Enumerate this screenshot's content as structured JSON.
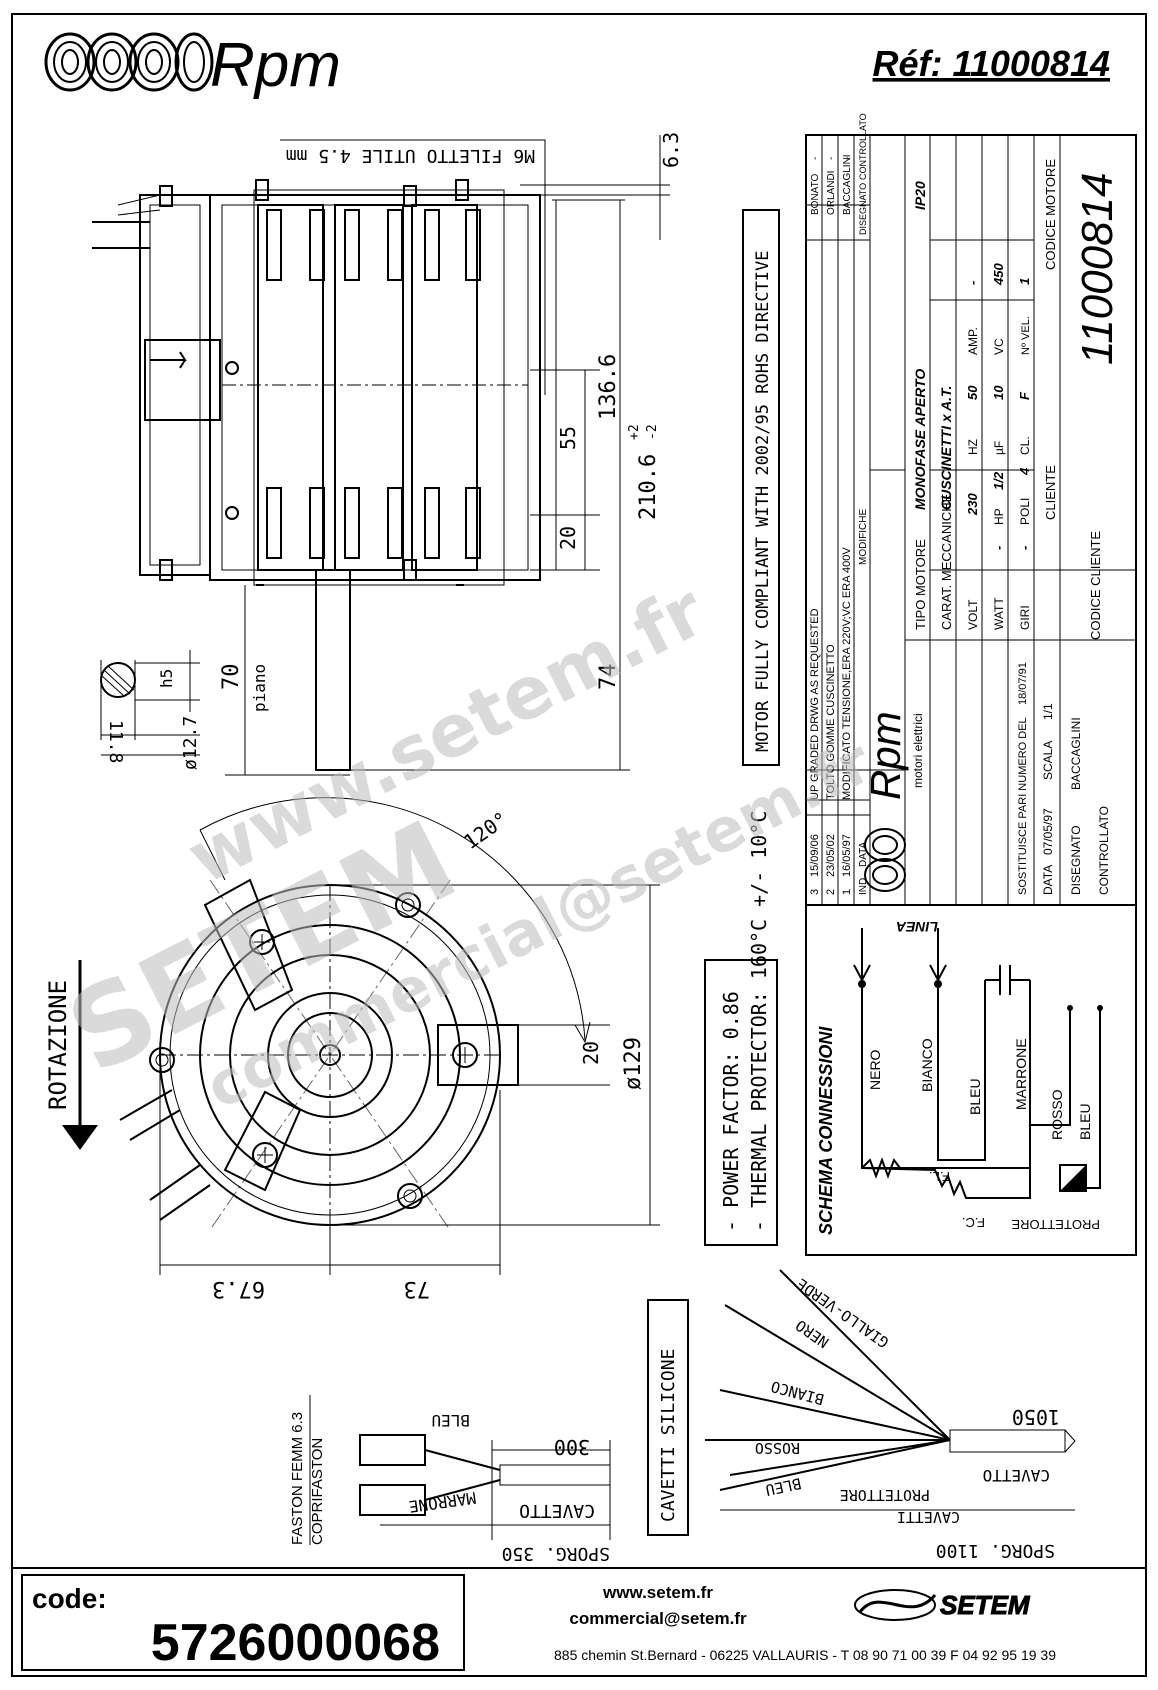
{
  "header": {
    "brand": "Rpm",
    "reference": "Réf: 11000814"
  },
  "dimensions": {
    "m6_thread": "M6 FILETTO UTILE 4.5 mm",
    "d_6_3": "6.3",
    "d_136_6": "136.6",
    "d_55": "55",
    "d_210_6": "210.6",
    "d_210_tol_plus": "+2",
    "d_210_tol_minus": "-2",
    "d_20_top": "20",
    "d_70": "70",
    "d_74": "74",
    "piano": "piano",
    "h5": "h5",
    "d_12_7": "ø12.7",
    "d_11_8": "11.8",
    "d_120": "120°",
    "d_20_side": "20",
    "d_129": "ø129",
    "d_67_3": "67.3",
    "d_73": "73",
    "rotazione": "ROTAZIONE"
  },
  "notes": {
    "rohs": "MOTOR FULLY COMPLIANT WITH 2002/95 ROHS DIRECTIVE",
    "power_factor": "- POWER FACTOR: 0.86",
    "thermal": "- THERMAL PROTECTOR: 160°C +/- 10°C"
  },
  "title_block": {
    "revisions": [
      {
        "ind": "3",
        "date": "15/09/06",
        "text": "UP GRADED DRWG AS REQUESTED",
        "dis": "BONATO",
        "con": "-"
      },
      {
        "ind": "2",
        "date": "23/05/02",
        "text": "TOLTO GOMME CUSCINETTO",
        "dis": "ORLANDI",
        "con": "-"
      },
      {
        "ind": "1",
        "date": "16/05/97",
        "text": "MODIFICATO TENSIONE,ERA 220V;VC ERA 400V",
        "dis": "BACCAGLINI",
        "con": "-"
      }
    ],
    "rev_head_ind": "IND",
    "rev_head_data": "DATA",
    "rev_head_modifiche": "MODIFICHE",
    "rev_head_disegnato": "DISEGNATO",
    "rev_head_controllato": "CONTROLLATO",
    "dash": "-",
    "tipo_motore_label": "TIPO MOTORE",
    "tipo_motore": "MONOFASE APERTO",
    "ip": "IP20",
    "carat_label": "CARAT. MECCANICHE",
    "carat": "CUSCINETTI x A.T.",
    "volt_label": "VOLT",
    "volt": "230",
    "hz_label": "HZ",
    "hz": "50",
    "amp_label": "AMP.",
    "amp": "-",
    "watt_label": "WATT",
    "watt": "-",
    "hp_label": "HP",
    "hp": "1/2",
    "uf_label": "µF",
    "uf": "10",
    "vc_label": "VC",
    "vc": "450",
    "giri_label": "GIRI",
    "giri": "-",
    "poli_label": "POLI",
    "poli": "4",
    "cl_label": "CL.",
    "cl": "F",
    "vel_label": "Nº VEL.",
    "vel": "1",
    "cliente_label": "CLIENTE",
    "codice_motore_label": "CODICE MOTORE",
    "codice_motore": "11000814",
    "codice_cliente_label": "CODICE CLIENTE",
    "rpm_logo": "Rpm",
    "rpm_sub": "motori elettrici",
    "sostituisce": "SOSTITUISCE PARI NUMERO DEL",
    "sostituisce_date": "18/07/91",
    "data_label": "DATA",
    "data": "07/05/97",
    "scala_label": "SCALA",
    "scala": "1/1",
    "disegnato_label": "DISEGNATO",
    "disegnato": "BACCAGLINI",
    "controllato_label": "CONTROLLATO"
  },
  "schema": {
    "title": "SCHEMA CONNESSIONI",
    "linea": "LINEA",
    "nero": "NERO",
    "bianco": "BIANCO",
    "bleu": "BLEU",
    "marrone": "MARRONE",
    "rosso": "ROSSO",
    "bleu2": "BLEU",
    "fl": "F.L.",
    "fc": "F.C.",
    "protettore": "PROTETTORE"
  },
  "cables": {
    "faston": "FASTON FEMM 6.3",
    "coprifaston": "COPRIFASTON",
    "bleu": "BLEU",
    "marrone": "MARRONE",
    "d_300": "300",
    "cavetto": "CAVETTO",
    "sporg_350": "SPORG. 350",
    "silicone": "CAVETTI SILICONE",
    "giallo_verde": "GIALLO-VERDE",
    "nero": "NERO",
    "bianco": "BIANCO",
    "rosso": "ROSSO",
    "bleu2": "BLEU",
    "d_1050": "1050",
    "cavetto2": "CAVETTO",
    "protettore": "PROTETTORE",
    "cavetti": "CAVETTI",
    "sporg_1100": "SPORG. 1100"
  },
  "watermark": {
    "www": "www.setem.fr",
    "setem": "SETEM",
    "email": "commercial@setem.fr"
  },
  "footer": {
    "code_label": "code:",
    "code": "5726000068",
    "web": "www.setem.fr",
    "email": "commercial@setem.fr",
    "setem_logo": "SETEM",
    "address": "885 chemin St.Bernard  -  06225 VALLAURIS  -  T 08 90 71 00 39   F 04 92 95 19 39"
  }
}
